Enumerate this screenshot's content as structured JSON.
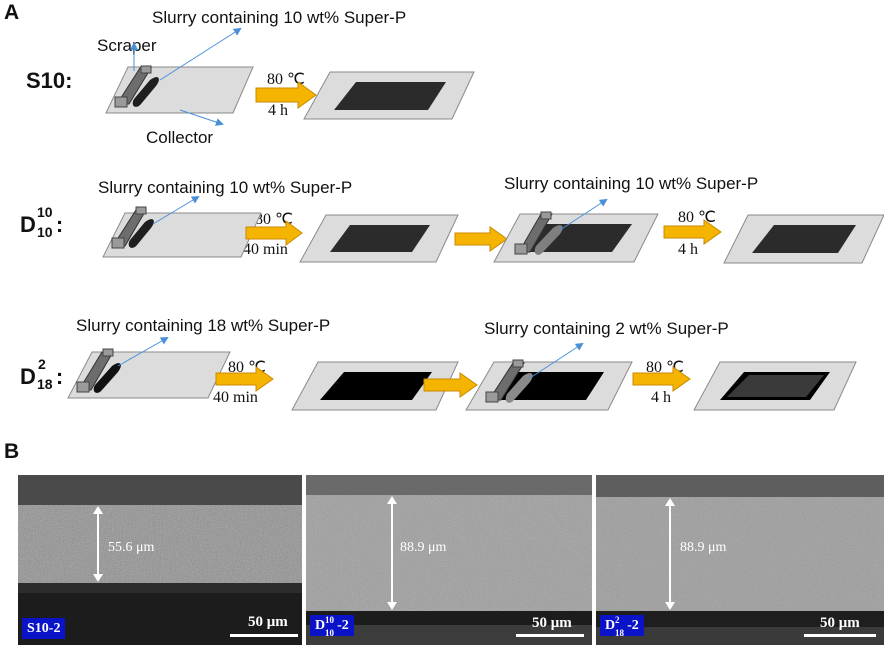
{
  "panel_a": {
    "letter": "A",
    "rows": [
      {
        "label_main": "S10",
        "label_sup": "",
        "label_sub": "",
        "label_colon": ":",
        "slurry_label": "Slurry containing 10 wt% Super-P",
        "scraper_label": "Scraper",
        "collector_label": "Collector",
        "step_temp": "80 ℃",
        "step_time": "4 h"
      },
      {
        "label_main": "D",
        "label_sup": "10",
        "label_sub": "10",
        "label_colon": ":",
        "slurry_label_1": "Slurry containing 10 wt% Super-P",
        "step1_temp": "80 ℃",
        "step1_time": "40 min",
        "slurry_label_2": "Slurry containing 10 wt% Super-P",
        "step2_temp": "80 ℃",
        "step2_time": "4 h"
      },
      {
        "label_main": "D",
        "label_sup": "2",
        "label_sub": "18",
        "label_colon": ":",
        "slurry_label_1": "Slurry containing 18 wt% Super-P",
        "step1_temp": "80 ℃",
        "step1_time": "40 min",
        "slurry_label_2": "Slurry containing 2 wt% Super-P",
        "step2_temp": "80 ℃",
        "step2_time": "4 h"
      }
    ]
  },
  "panel_b": {
    "letter": "B",
    "images": [
      {
        "badge_main": "S10-2",
        "badge_sup": "",
        "badge_sub": "",
        "badge_suffix": "",
        "thickness": "55.6 μm",
        "scale": "50 μm"
      },
      {
        "badge_main": "D",
        "badge_sup": "10",
        "badge_sub": "10",
        "badge_suffix": "-2",
        "thickness": "88.9 μm",
        "scale": "50 μm"
      },
      {
        "badge_main": "D",
        "badge_sup": "2",
        "badge_sub": "18",
        "badge_suffix": "-2",
        "thickness": "88.9 μm",
        "scale": "50 μm"
      }
    ]
  },
  "colors": {
    "arrow_fill": "#f5b400",
    "arrow_stroke": "#c98a00",
    "collector": "#dcdcdc",
    "coating_dark": "#2b2b2b",
    "coating_black": "#000000",
    "coating_top": "#3a3a3a",
    "pointer_line": "#4a90d9",
    "badge_bg": "#0b13c9"
  }
}
